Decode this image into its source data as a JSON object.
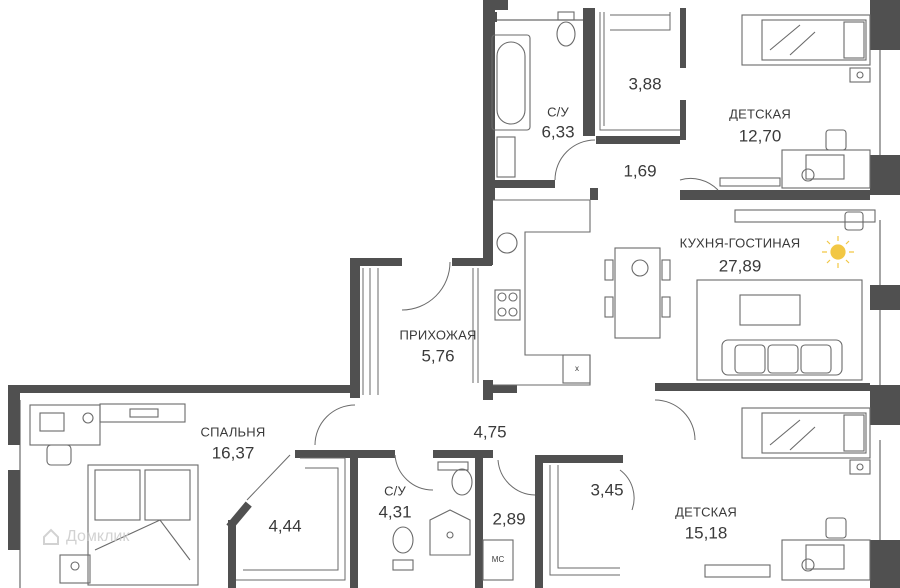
{
  "rooms": {
    "bath1": {
      "name": "С/У",
      "area": "6,33"
    },
    "closet1": {
      "area": "3,88"
    },
    "kids1": {
      "name": "ДЕТСКАЯ",
      "area": "12,70"
    },
    "corridor1": {
      "area": "1,69"
    },
    "living": {
      "name": "КУХНЯ-ГОСТИНАЯ",
      "area": "27,89"
    },
    "hall": {
      "name": "ПРИХОЖАЯ",
      "area": "5,76"
    },
    "bedroom": {
      "name": "СПАЛЬНЯ",
      "area": "16,37"
    },
    "corridor2": {
      "area": "4,75"
    },
    "closet2": {
      "area": "4,44"
    },
    "bath2": {
      "name": "С/У",
      "area": "4,31"
    },
    "storage": {
      "area": "2,89"
    },
    "closet3": {
      "area": "3,45"
    },
    "kids2": {
      "name": "ДЕТСКАЯ",
      "area": "15,18"
    }
  },
  "marks": {
    "cross": "x",
    "washer": "МС"
  },
  "watermark": "Домклик",
  "colors": {
    "wall": "#505050",
    "line": "#6a6a6a",
    "text": "#3a3a3a",
    "sun": "#f2c744"
  }
}
